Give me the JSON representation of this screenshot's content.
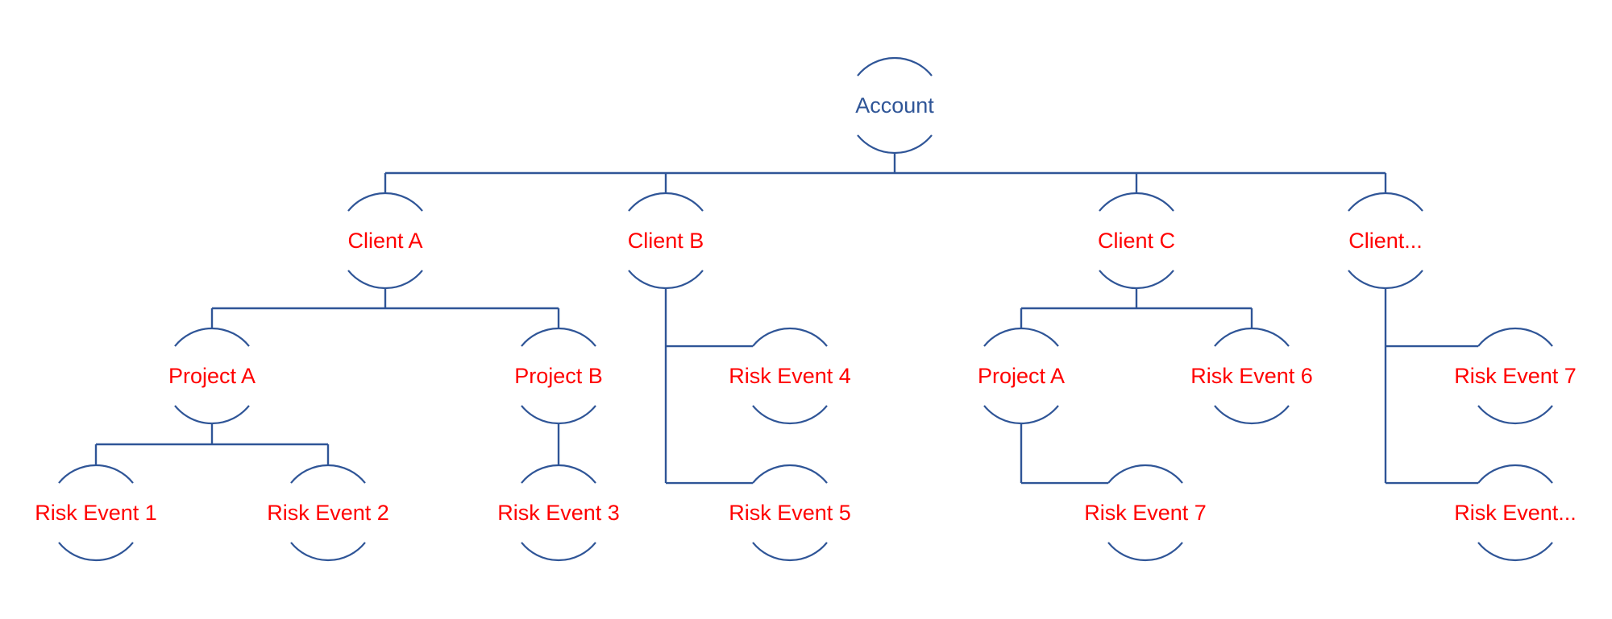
{
  "diagram": {
    "type": "hierarchy tree",
    "colors": {
      "line": "#2F5597",
      "root_text": "#2F5597",
      "node_text": "#FF0000"
    },
    "root": {
      "id": "account",
      "label": "Account",
      "children": [
        {
          "id": "client-a",
          "label": "Client A",
          "children": [
            {
              "id": "client-a-project-a",
              "label": "Project A",
              "children": [
                {
                  "id": "risk-event-1",
                  "label": "Risk Event 1"
                },
                {
                  "id": "risk-event-2",
                  "label": "Risk Event 2"
                }
              ]
            },
            {
              "id": "client-a-project-b",
              "label": "Project B",
              "children": [
                {
                  "id": "risk-event-3",
                  "label": "Risk Event 3"
                }
              ]
            }
          ]
        },
        {
          "id": "client-b",
          "label": "Client B",
          "children": [
            {
              "id": "risk-event-4",
              "label": "Risk Event 4"
            },
            {
              "id": "risk-event-5",
              "label": "Risk Event 5"
            }
          ]
        },
        {
          "id": "client-c",
          "label": "Client C",
          "children": [
            {
              "id": "client-c-project-a",
              "label": "Project A",
              "children": [
                {
                  "id": "client-c-risk-event-7",
                  "label": "Risk Event 7"
                }
              ]
            },
            {
              "id": "risk-event-6",
              "label": "Risk Event 6"
            }
          ]
        },
        {
          "id": "client-more",
          "label": "Client...",
          "children": [
            {
              "id": "client-more-risk-event-7",
              "label": "Risk Event 7"
            },
            {
              "id": "risk-event-more",
              "label": "Risk Event..."
            }
          ]
        }
      ]
    }
  }
}
